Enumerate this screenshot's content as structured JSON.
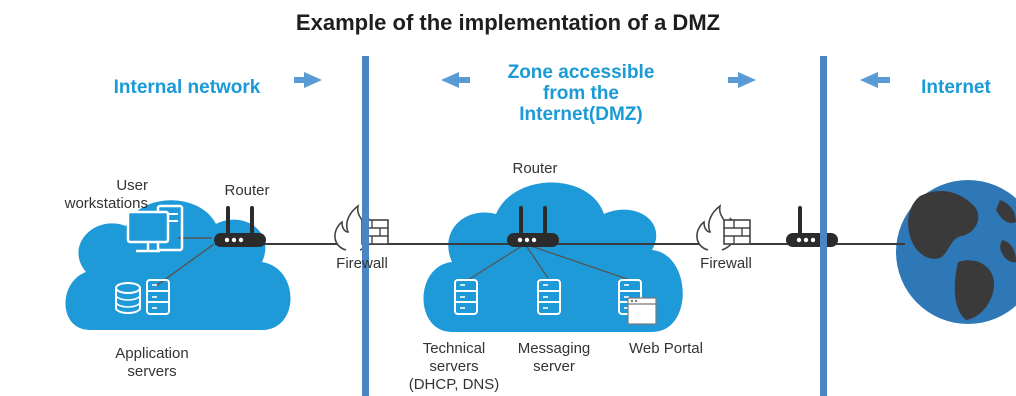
{
  "title": "Example of the implementation of a DMZ",
  "zones": {
    "internal": "Internal network",
    "dmz_line1": "Zone accessible",
    "dmz_line2": "from the",
    "dmz_line3": "Internet(DMZ)",
    "internet": "Internet"
  },
  "labels": {
    "user_workstations_1": "User",
    "user_workstations_2": "workstations",
    "router_internal": "Router",
    "router_dmz": "Router",
    "firewall_left": "Firewall",
    "firewall_right": "Firewall",
    "application_servers_1": "Application",
    "application_servers_2": "servers",
    "technical_servers_1": "Technical",
    "technical_servers_2": "servers",
    "technical_servers_3": "(DHCP, DNS)",
    "messaging_server_1": "Messaging",
    "messaging_server_2": "server",
    "web_portal": "Web Portal"
  },
  "colors": {
    "accent": "#1a9ad6",
    "cloud": "#1f9ad8",
    "divider": "#4a86c5",
    "arrow": "#5b9bd5",
    "router": "#2b2b2b",
    "globe_ocean": "#2e78b8",
    "globe_land": "#3a3a3a"
  },
  "icons": [
    "arrow-right-icon",
    "arrow-left-icon",
    "router-icon",
    "firewall-icon",
    "workstation-icon",
    "database-icon",
    "server-icon",
    "web-portal-icon",
    "globe-icon"
  ]
}
